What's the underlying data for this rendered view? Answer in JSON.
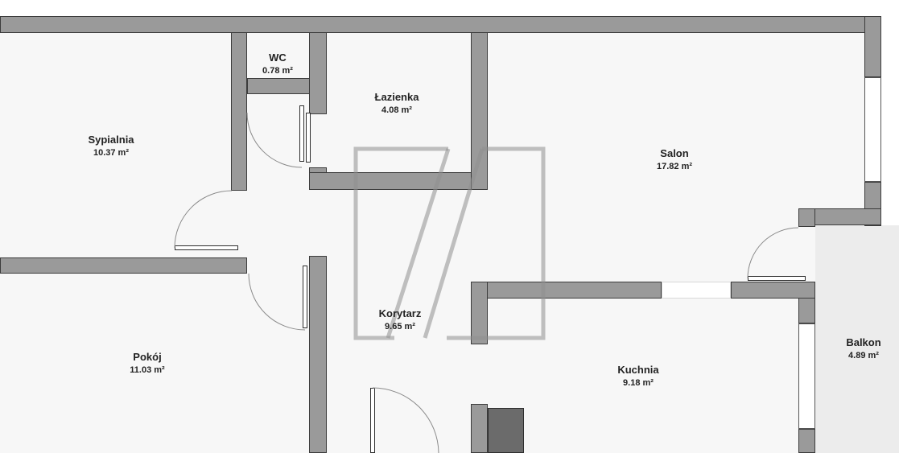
{
  "rooms": {
    "sypialnia": {
      "name": "Sypialnia",
      "area": "10.37 m²"
    },
    "wc": {
      "name": "WC",
      "area": "0.78 m²"
    },
    "lazienka": {
      "name": "Łazienka",
      "area": "4.08 m²"
    },
    "salon": {
      "name": "Salon",
      "area": "17.82 m²"
    },
    "korytarz": {
      "name": "Korytarz",
      "area": "9.65 m²"
    },
    "pokoj": {
      "name": "Pokój",
      "area": "11.03 m²"
    },
    "kuchnia": {
      "name": "Kuchnia",
      "area": "9.18 m²"
    },
    "balkon": {
      "name": "Balkon",
      "area": "4.89 m²"
    }
  },
  "colors": {
    "wall": "#9a9a9a",
    "floor": "#f7f7f7",
    "balcony": "#ececec",
    "watermark": "#8f8f8f"
  },
  "icons": {
    "watermark": "agency-logo-watermark"
  }
}
